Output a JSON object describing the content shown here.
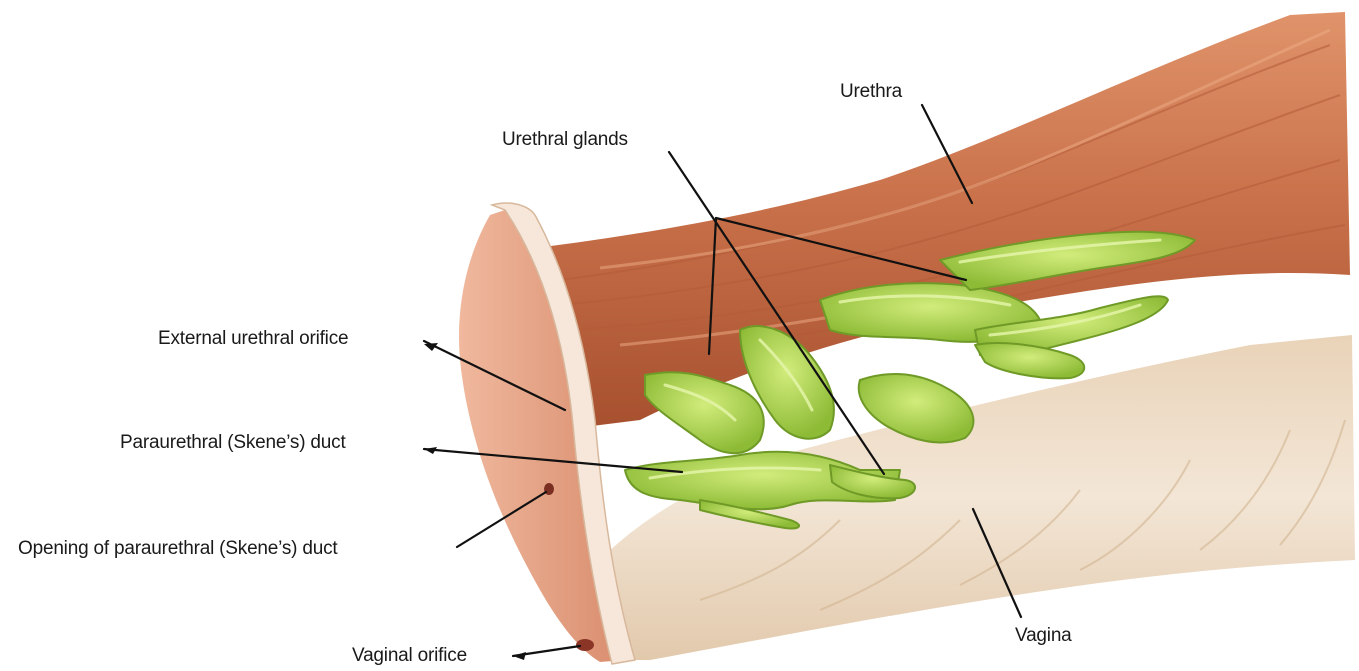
{
  "labels": {
    "urethra": "Urethra",
    "urethral_glands": "Urethral glands",
    "external_urethral_orifice": "External urethral orifice",
    "paraurethral_duct": "Paraurethral (Skene’s) duct",
    "opening_paraurethral_duct": "Opening of paraurethral (Skene’s) duct",
    "vagina": "Vagina",
    "vaginal_orifice": "Vaginal orifice"
  },
  "colors": {
    "urethra_muscle": "#c9714a",
    "urethra_muscle_light": "#e6a27c",
    "urethra_muscle_dark": "#a7502f",
    "vagina_wall": "#f1e2cf",
    "vagina_wall_shadow": "#d6b99a",
    "vestibule_skin": "#eba78b",
    "cut_edge": "#f6e7da",
    "gland_green": "#a8d24a",
    "gland_green_light": "#d2ec7c",
    "gland_green_dark": "#6f9a27",
    "leader_line": "#111111"
  }
}
